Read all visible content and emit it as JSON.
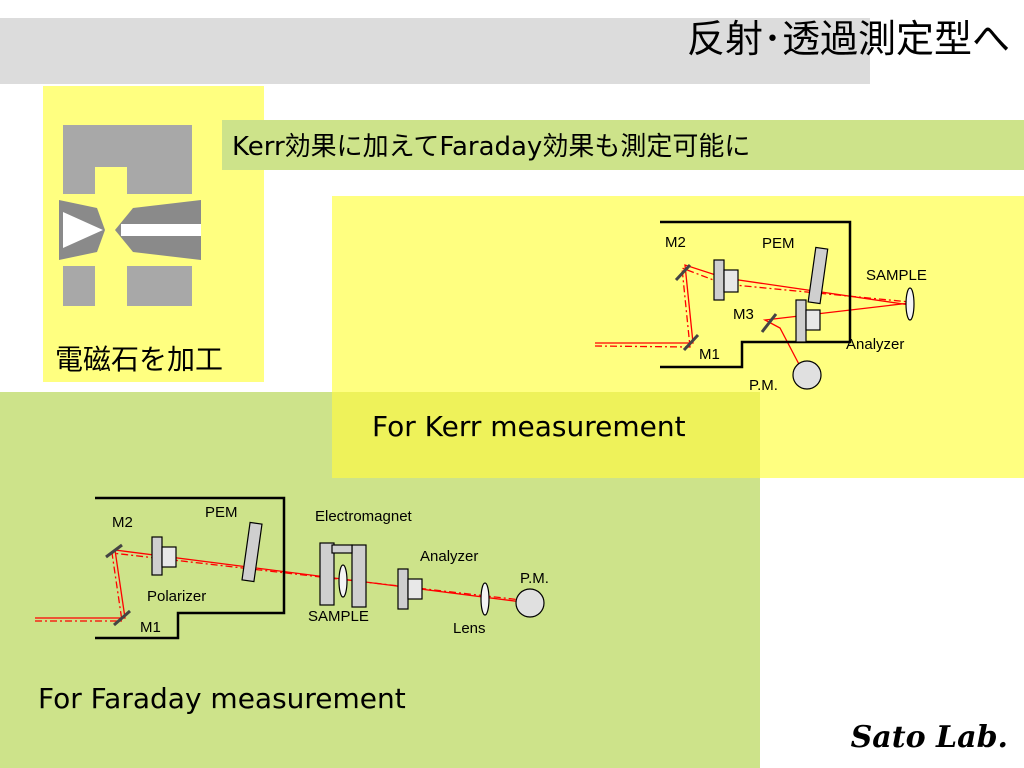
{
  "title": "反射･透過測定型へ",
  "subtitle": "Kerr効果に加えてFaraday効果も測定可能に",
  "magnet": {
    "label": "電磁石を加工"
  },
  "kerr_setup": {
    "caption": "For Kerr measurement",
    "labels": {
      "m2": "M2",
      "pem": "PEM",
      "sample": "SAMPLE",
      "m3": "M3",
      "analyzer": "Analyzer",
      "m1": "M1",
      "pm": "P.M."
    }
  },
  "faraday_setup": {
    "caption": "For Faraday measurement",
    "labels": {
      "m2": "M2",
      "pem": "PEM",
      "electromagnet": "Electromagnet",
      "analyzer": "Analyzer",
      "pm": "P.M.",
      "polarizer": "Polarizer",
      "m1": "M1",
      "sample": "SAMPLE",
      "lens": "Lens"
    }
  },
  "logo": "Sato Lab.",
  "colors": {
    "title_bar": "#dcdcdc",
    "yellow_panel": "#ffff80",
    "green_panel": "#cde38a",
    "beam": "#ff0000"
  }
}
